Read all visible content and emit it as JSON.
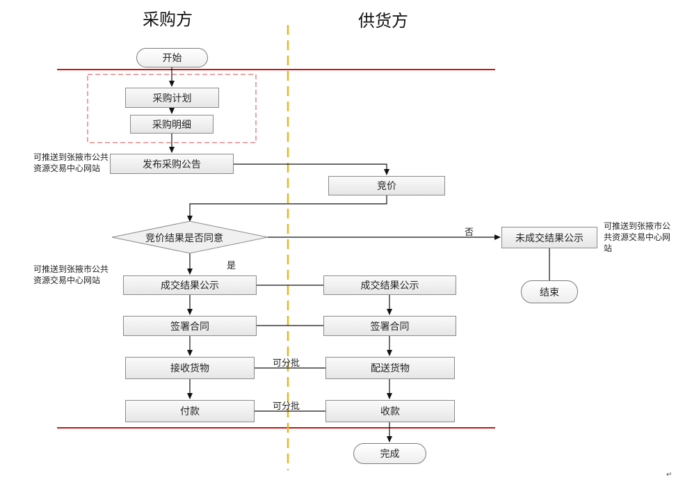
{
  "lanes": {
    "buyer": "采购方",
    "supplier": "供货方"
  },
  "nodes": {
    "start": "开始",
    "plan": "采购计划",
    "detail": "采购明细",
    "publish": "发布采购公告",
    "bid": "竞价",
    "decision": "竞价结果是否同意",
    "fail_publish": "未成交结果公示",
    "end": "结束",
    "buyer_result": "成交结果公示",
    "supplier_result": "成交结果公示",
    "buyer_contract": "签署合同",
    "supplier_contract": "签署合同",
    "receive": "接收货物",
    "deliver": "配送货物",
    "pay": "付款",
    "collect": "收款",
    "complete": "完成"
  },
  "edge_labels": {
    "no": "否",
    "yes": "是",
    "batch1": "可分批",
    "batch2": "可分批"
  },
  "notes": {
    "note_publish": "可推送到张掖市公共资源交易中心网站",
    "note_fail": "可推送到张掖市公共资源交易中心网站",
    "note_result": "可推送到张掖市公共资源交易中心网站"
  },
  "colors": {
    "boundary_red": "#cc1111",
    "divider_yellow": "#e8b422",
    "dashed_group": "#e07070"
  }
}
